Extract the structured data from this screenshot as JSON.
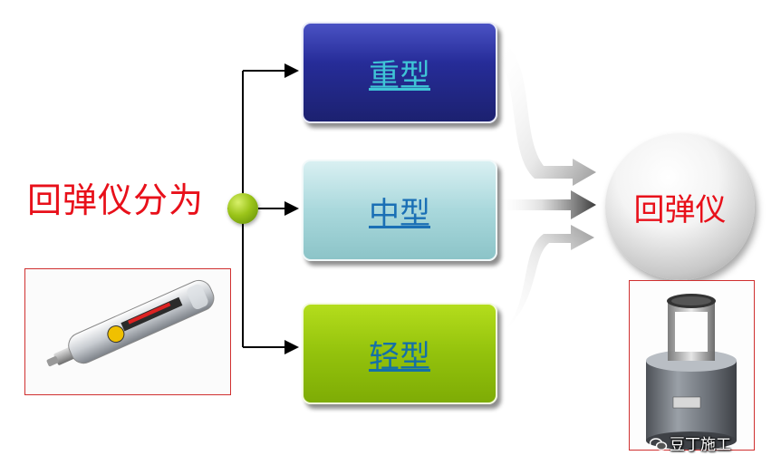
{
  "diagram": {
    "left_label": "回弹仪分为",
    "types": [
      {
        "label": "重型"
      },
      {
        "label": "中型"
      },
      {
        "label": "轻型"
      }
    ],
    "target_label": "回弹仪"
  },
  "watermark": {
    "text": "豆丁施工",
    "icon": "wechat-icon"
  },
  "colors": {
    "title_red": "#e8101a",
    "heavy_box": "#262c98",
    "medium_box": "#a9d8dc",
    "light_box": "#93c20c",
    "hub_green": "#9bc419"
  }
}
